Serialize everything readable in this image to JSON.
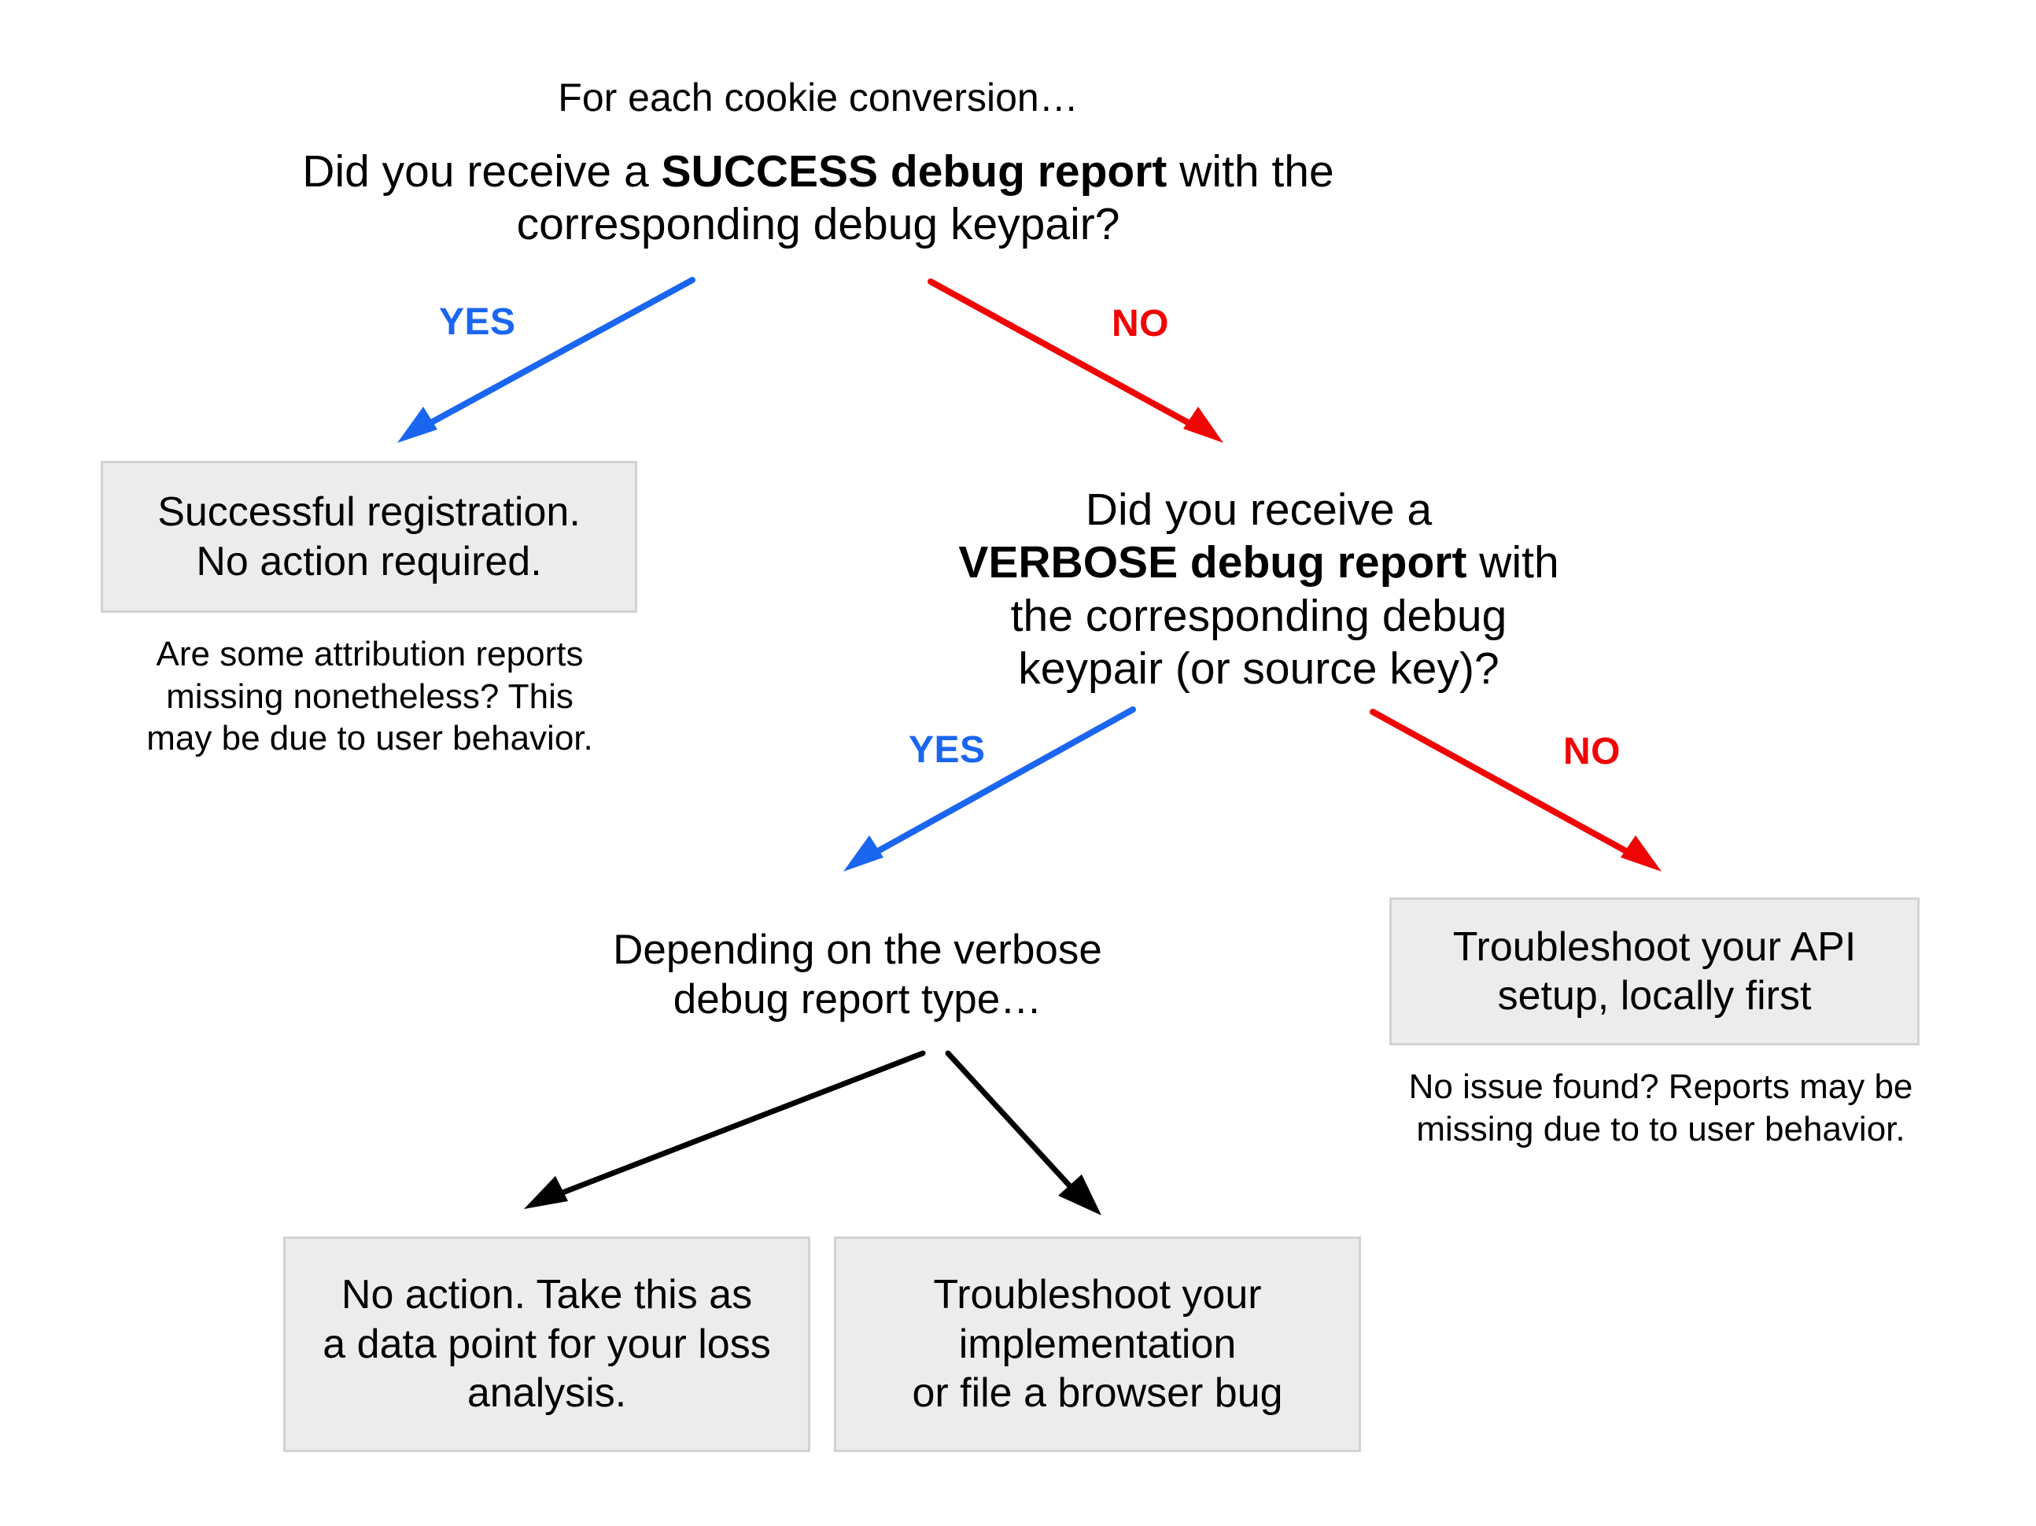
{
  "diagram": {
    "title_intro": "For each cookie conversion…",
    "root_question": {
      "prefix": "Did you receive a ",
      "emphasis": "SUCCESS debug report",
      "suffix": " with the\ncorresponding debug keypair?"
    },
    "second_question": {
      "prefix": "Did you receive a\n",
      "emphasis": "VERBOSE debug report",
      "suffix": " with\nthe corresponding debug\nkeypair (or source key)?"
    },
    "branch_note": "Depending on the verbose\ndebug report type…",
    "edges": [
      {
        "label": "YES",
        "color": "#1a66f0",
        "kind": "yes"
      },
      {
        "label": "NO",
        "color": "#f00505",
        "kind": "no"
      },
      {
        "label": "YES",
        "color": "#1a66f0",
        "kind": "yes"
      },
      {
        "label": "NO",
        "color": "#f00505",
        "kind": "no"
      }
    ],
    "boxes": {
      "successful_registration": "Successful registration.\nNo action required.",
      "troubleshoot_api": "Troubleshoot your API\nsetup, locally first",
      "no_action_loss_analysis": "No action. Take this as\na data point for your loss\nanalysis.",
      "troubleshoot_implementation": "Troubleshoot your\nimplementation\nor file a browser bug"
    },
    "captions": {
      "left_note": "Are some attribution reports\nmissing nonetheless? This\nmay be due to user behavior.",
      "right_note": "No issue found? Reports may be\nmissing due to to user behavior."
    },
    "colors": {
      "yes": "#1a66f0",
      "no": "#f00505",
      "plain_arrow": "#000000",
      "box_fill": "#ececec",
      "box_border": "#d2d2d2",
      "background": "#ffffff",
      "text": "#000000"
    }
  }
}
